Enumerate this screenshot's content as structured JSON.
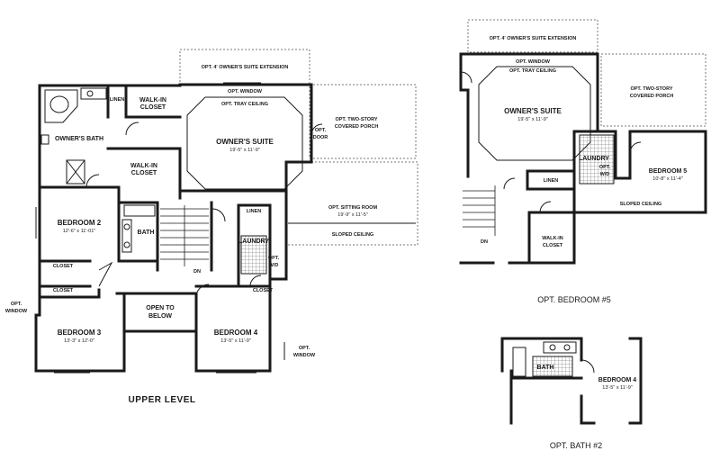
{
  "upper": {
    "opt_suite_ext": "OPT. 4' OWNER'S SUITE EXTENSION",
    "opt_window_top": "OPT. WINDOW",
    "opt_tray": "OPT. TRAY CEILING",
    "owners_suite": "OWNER'S SUITE",
    "owners_suite_dim": "19'-5\" x 11'-9\"",
    "opt_porch_1": "OPT. TWO-STORY",
    "opt_porch_2": "COVERED PORCH",
    "opt_door_1": "OPT.",
    "opt_door_2": "DOOR",
    "owners_bath": "OWNER'S BATH",
    "linen_top": "LINEN",
    "walkin_top_1": "WALK-IN",
    "walkin_top_2": "CLOSET",
    "walkin_mid_1": "WALK-IN",
    "walkin_mid_2": "CLOSET",
    "bedroom2": "BEDROOM 2",
    "bedroom2_dim": "12'-6\" x 11'-01\"",
    "bath": "BATH",
    "linen_mid": "LINEN",
    "laundry": "LAUNDRY",
    "opt_wd_1": "OPT.",
    "opt_wd_2": "W/D",
    "opt_sitting": "OPT. SITTING ROOM",
    "opt_sitting_dim": "19'-9\" x 11'-5\"",
    "sloped": "SLOPED CEILING",
    "closet_a": "CLOSET",
    "closet_b": "CLOSET",
    "closet_c": "CLOSET",
    "dn": "DN",
    "opt_window_left_1": "OPT.",
    "opt_window_left_2": "WINDOW",
    "bedroom3": "BEDROOM 3",
    "bedroom3_dim": "13'-3\" x 12'-0\"",
    "open_below_1": "OPEN TO",
    "open_below_2": "BELOW",
    "bedroom4": "BEDROOM 4",
    "bedroom4_dim": "13'-5\" x 11'-9\"",
    "opt_window_right_1": "OPT.",
    "opt_window_right_2": "WINDOW",
    "caption": "UPPER LEVEL"
  },
  "bed5": {
    "opt_suite_ext": "OPT. 4' OWNER'S SUITE EXTENSION",
    "opt_window": "OPT. WINDOW",
    "opt_tray": "OPT. TRAY CEILING",
    "owners_suite": "OWNER'S SUITE",
    "owners_suite_dim": "19'-5\" x 11'-9\"",
    "opt_porch_1": "OPT. TWO-STORY",
    "opt_porch_2": "COVERED PORCH",
    "laundry": "LAUNDRY",
    "opt_wd_1": "OPT.",
    "opt_wd_2": "W/D",
    "bedroom5": "BEDROOM 5",
    "bedroom5_dim": "10'-8\" x 11'-4\"",
    "linen": "LINEN",
    "sloped": "SLOPED CEILING",
    "walkin_1": "WALK-IN",
    "walkin_2": "CLOSET",
    "dn": "DN",
    "caption": "OPT. BEDROOM #5"
  },
  "bath2": {
    "bath": "BATH",
    "bedroom4": "BEDROOM 4",
    "bedroom4_dim": "13'-5\" x 11'-9\"",
    "caption": "OPT. BATH #2"
  }
}
